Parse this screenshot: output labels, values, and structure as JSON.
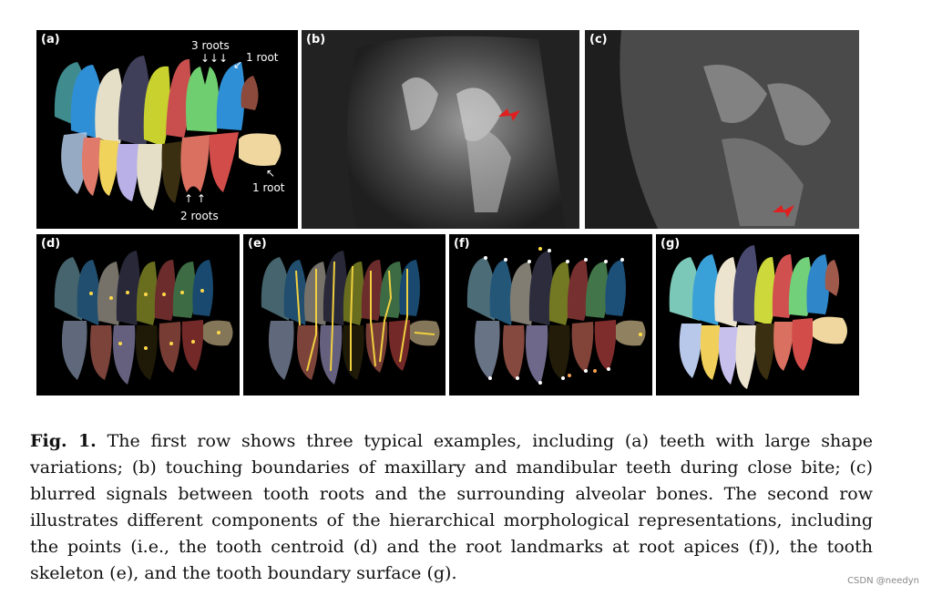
{
  "figure": {
    "panels": {
      "a": "(a)",
      "b": "(b)",
      "c": "(c)",
      "d": "(d)",
      "e": "(e)",
      "f": "(f)",
      "g": "(g)"
    },
    "annotations": {
      "three_roots": "3 roots",
      "one_root_top": "1 root",
      "one_root_bottom": "1 root",
      "two_roots": "2 roots"
    }
  },
  "caption": {
    "label": "Fig. 1.",
    "text": "The first row shows three typical examples, including (a) teeth with large shape variations; (b) touching boundaries of maxillary and mandibular teeth during close bite; (c) blurred signals between tooth roots and the surrounding alveolar bones. The second row illustrates different components of the hierarchical morphological representations, including the points (i.e., the tooth centroid (d) and the root landmarks at root apices (f)), the tooth skeleton (e), and the tooth boundary surface (g)."
  },
  "watermark": "CSDN @needyn"
}
